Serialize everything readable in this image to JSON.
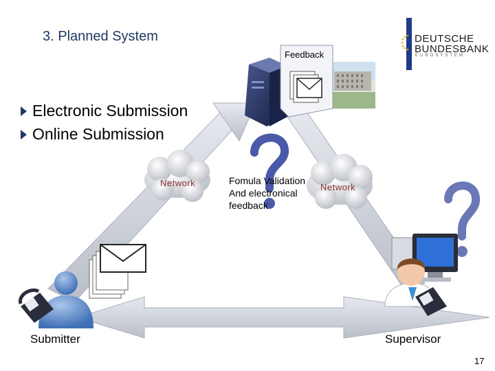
{
  "title": "3. Planned System",
  "bullets": [
    "Electronic Submission",
    "Online Submission"
  ],
  "bank": {
    "line1": "DEUTSCHE",
    "line2": "BUNDESBANK",
    "line3": "EUROSYSTEM"
  },
  "feedback_label": "Feedback",
  "network_labels": [
    "Network",
    "Network"
  ],
  "validation": [
    "Fomula Validation",
    "And electronical",
    "feedback"
  ],
  "submitter_label": "Submitter",
  "supervisor_label": "Supervisor",
  "page_number": "17",
  "colors": {
    "title": "#1f3864",
    "arrow": "#c8ccd4",
    "question": "#4a5aa8",
    "server": "#23305c"
  }
}
